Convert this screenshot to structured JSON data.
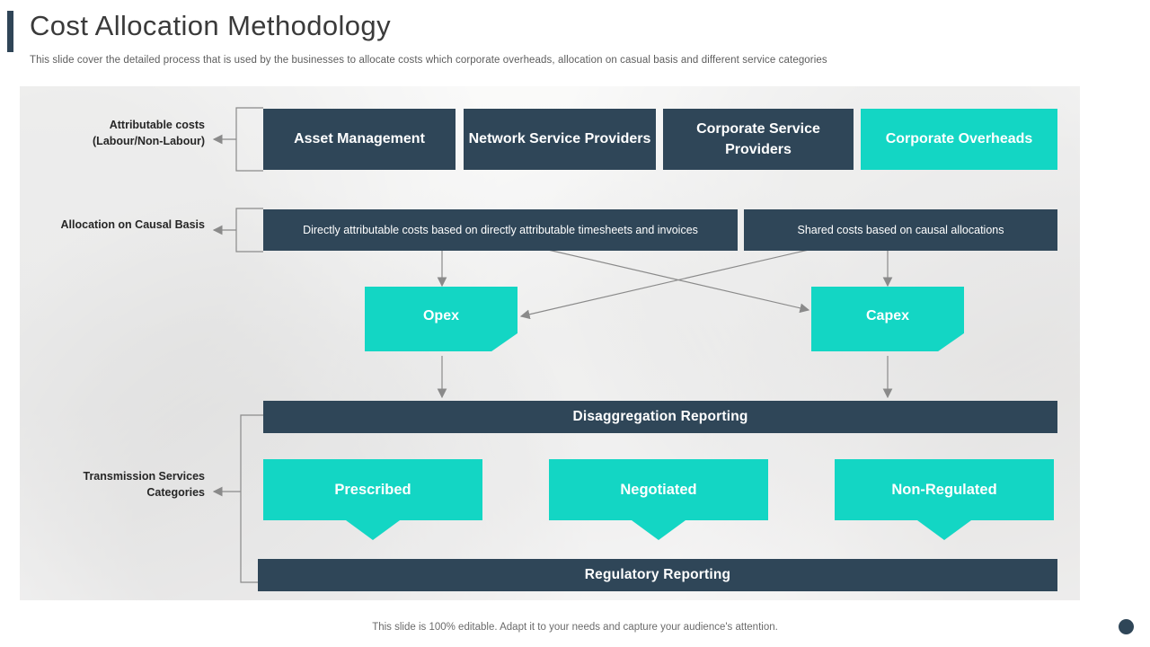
{
  "header": {
    "title": "Cost Allocation Methodology",
    "subtitle": "This slide cover the detailed process that is used by the businesses to allocate costs which corporate overheads, allocation on casual basis and different service categories"
  },
  "labels": {
    "attributable": "Attributable costs (Labour/Non-Labour)",
    "causal": "Allocation on Causal Basis",
    "categories": "Transmission Services Categories"
  },
  "top_row": [
    {
      "label": "Asset Management",
      "color": "#2f4658"
    },
    {
      "label": "Network Service Providers",
      "color": "#2f4658"
    },
    {
      "label": "Corporate Service Providers",
      "color": "#2f4658"
    },
    {
      "label": "Corporate Overheads",
      "color": "#13D6C4"
    }
  ],
  "causal_bands": [
    {
      "label": "Directly attributable costs based on directly attributable timesheets and invoices"
    },
    {
      "label": "Shared costs based on causal allocations"
    }
  ],
  "cost_types": [
    {
      "label": "Opex"
    },
    {
      "label": "Capex"
    }
  ],
  "reports": {
    "disaggregation": "Disaggregation Reporting",
    "regulatory": "Regulatory Reporting"
  },
  "categories": [
    {
      "label": "Prescribed"
    },
    {
      "label": "Negotiated"
    },
    {
      "label": "Non-Regulated"
    }
  ],
  "footer": "This slide is 100% editable. Adapt it to your needs and capture your audience's attention.",
  "colors": {
    "dark": "#2f4658",
    "teal": "#13D6C4",
    "line": "#8a8a8a"
  }
}
